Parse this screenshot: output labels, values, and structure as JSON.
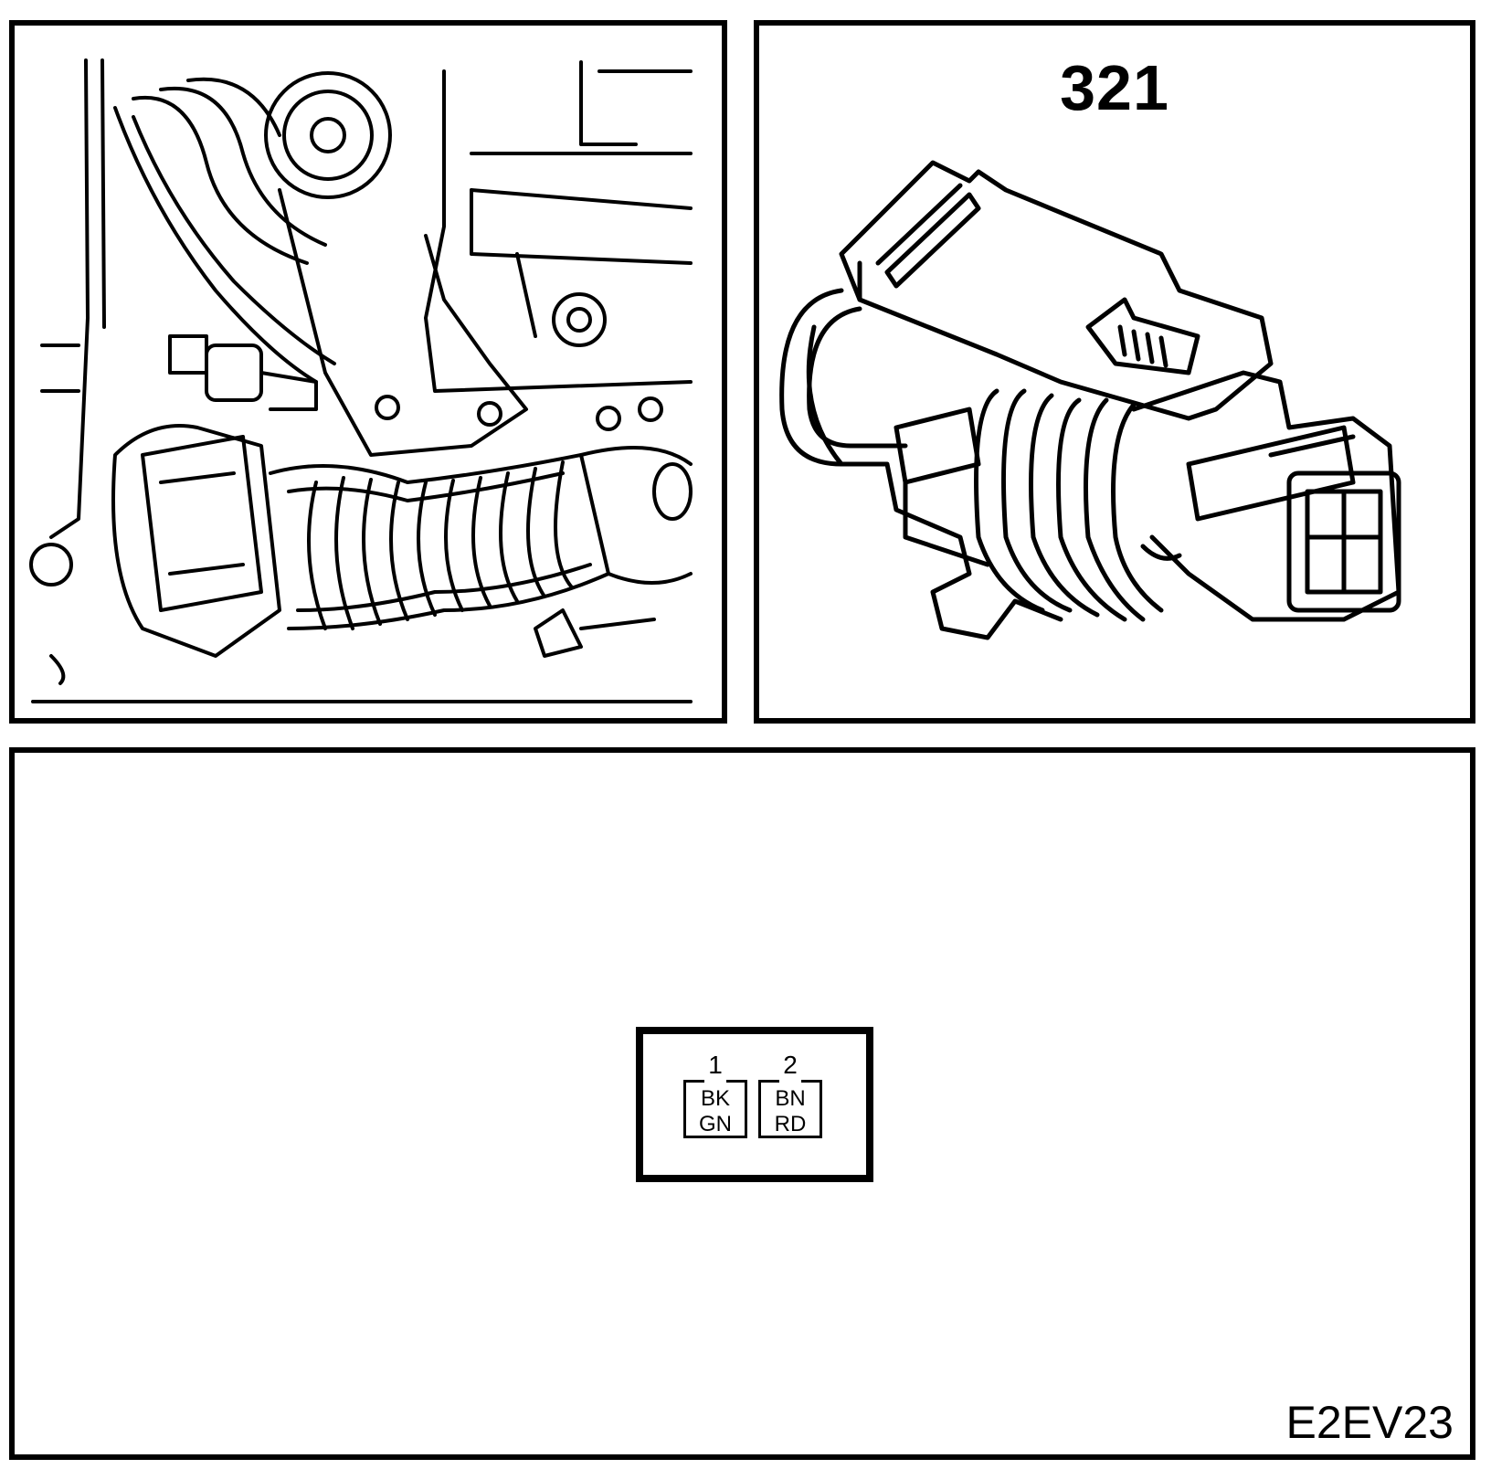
{
  "connector": {
    "number": "321",
    "pins": [
      {
        "number": "1",
        "wire_color_top": "BK",
        "wire_color_bottom": "GN"
      },
      {
        "number": "2",
        "wire_color_top": "BN",
        "wire_color_bottom": "RD"
      }
    ]
  },
  "drawing_code": "E2EV23"
}
